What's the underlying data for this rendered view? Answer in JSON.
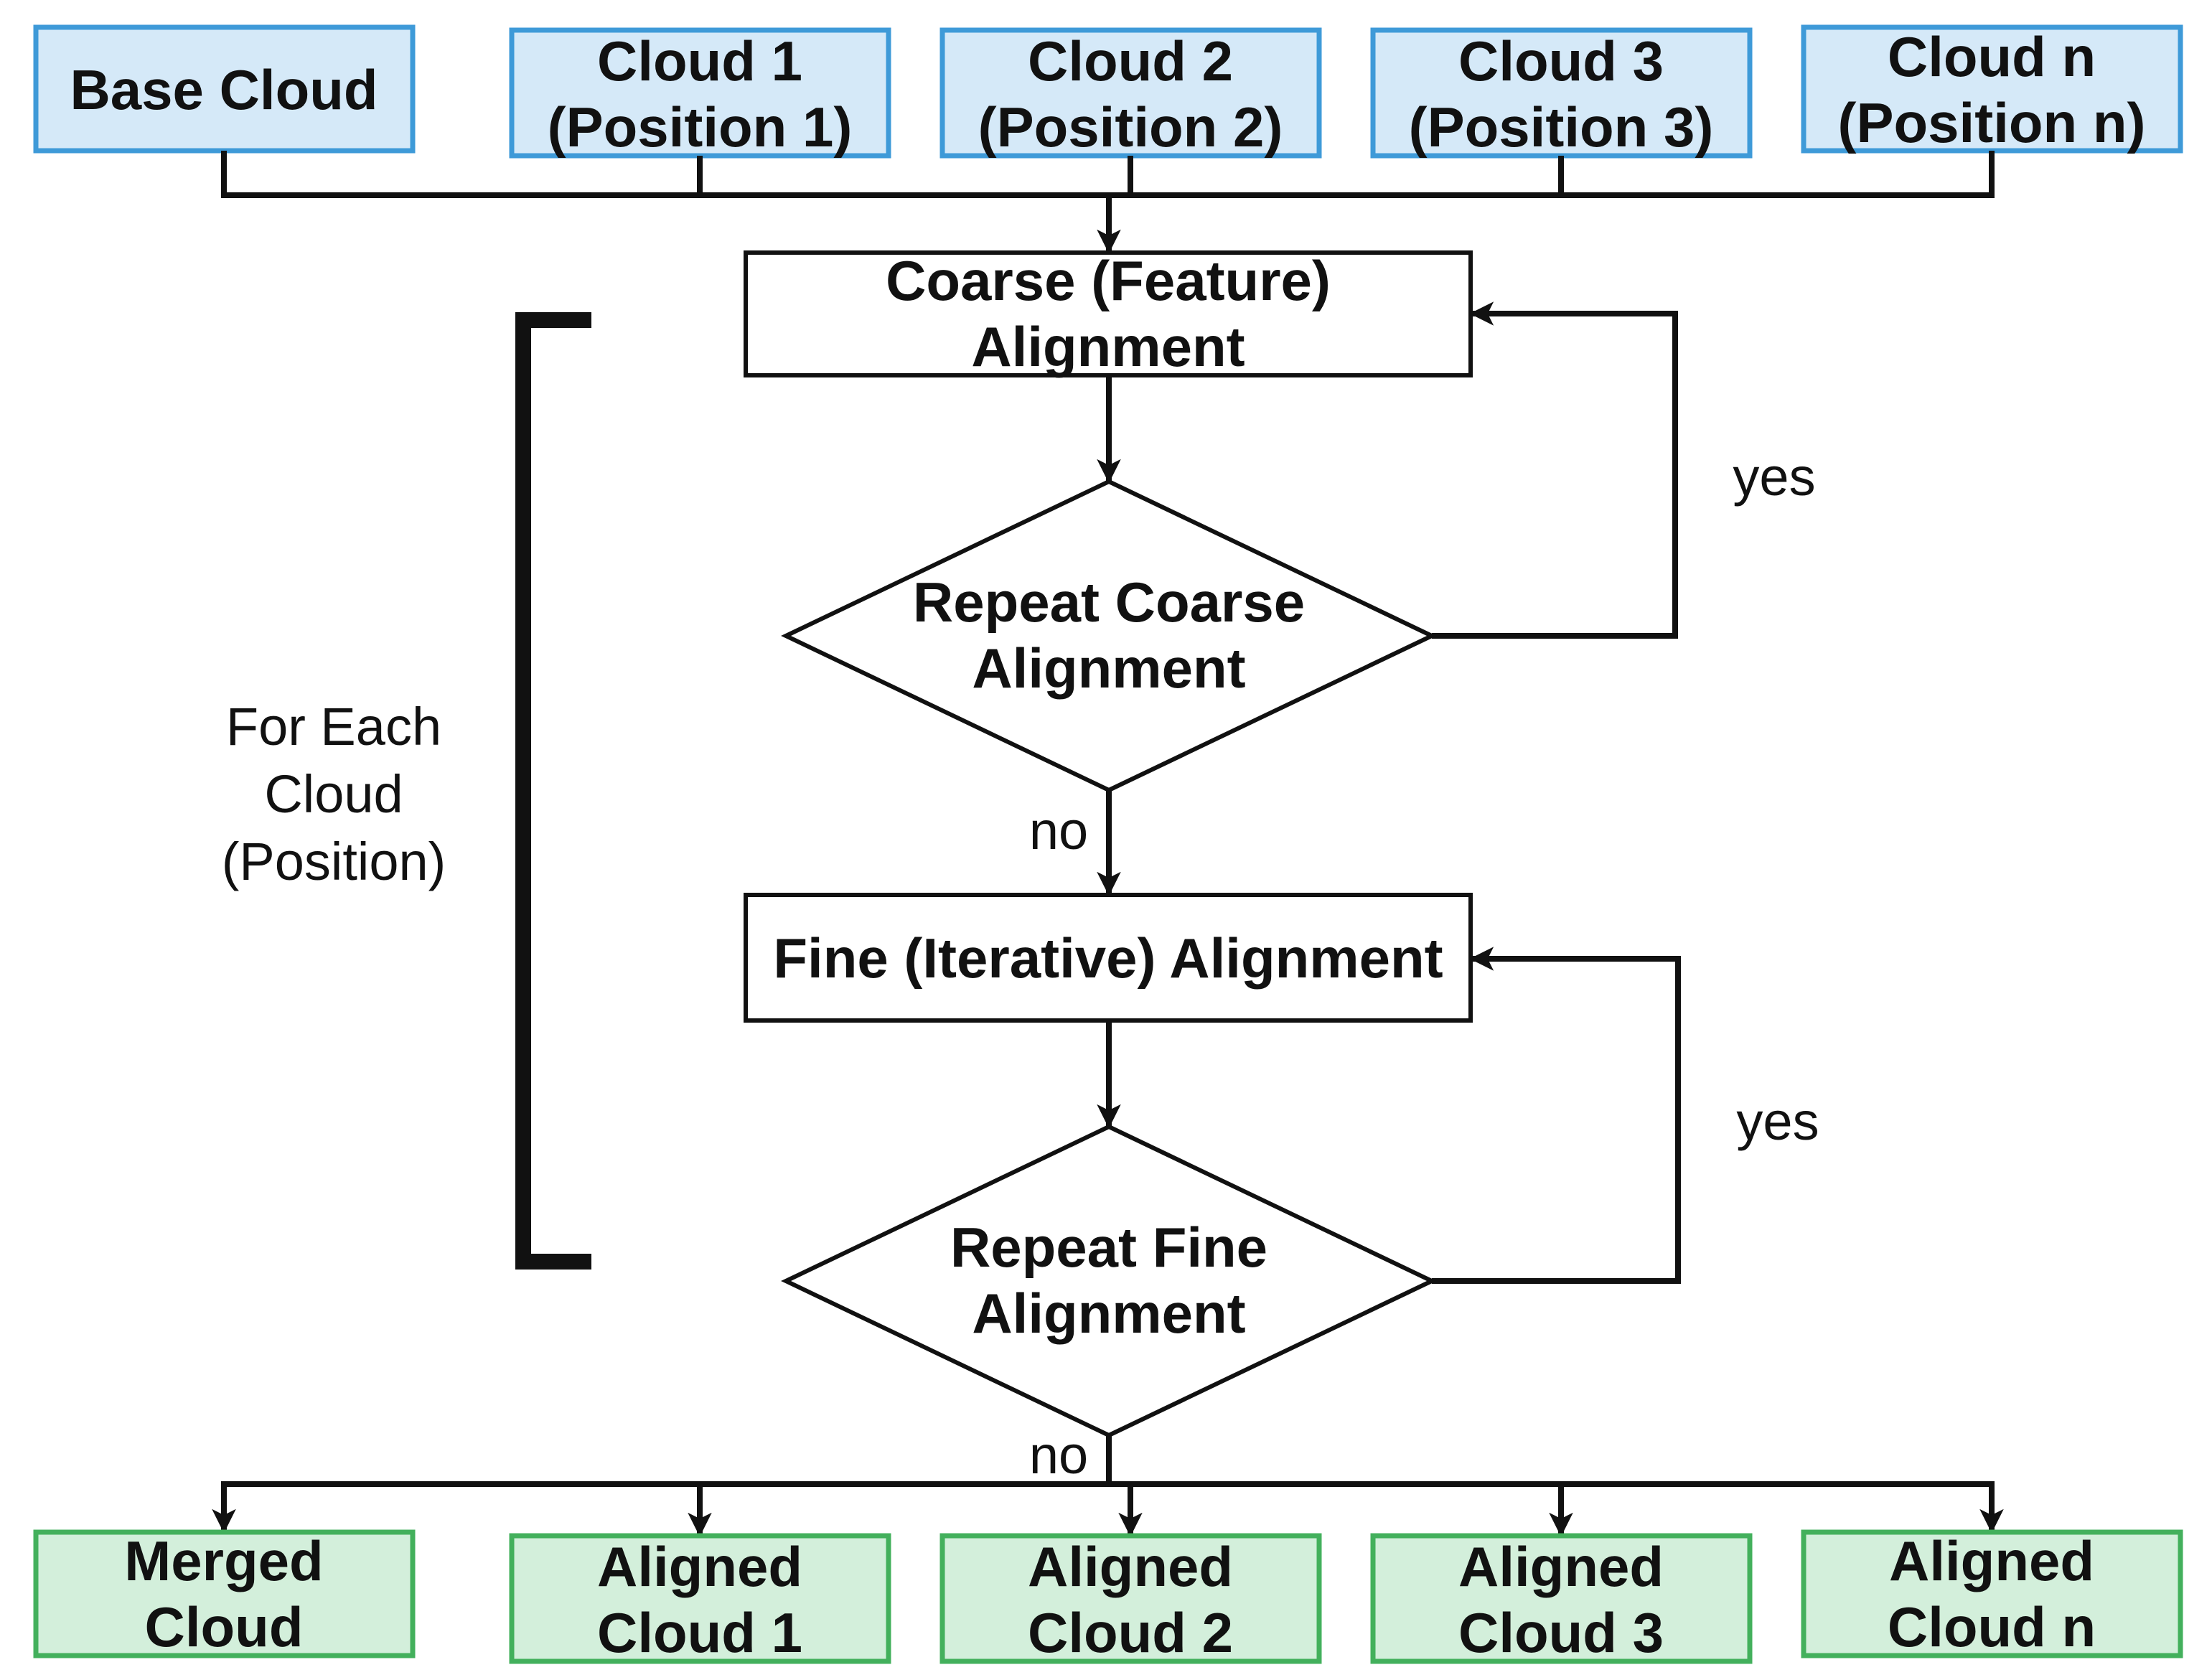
{
  "inputs": [
    {
      "lines": [
        "Base Cloud"
      ]
    },
    {
      "lines": [
        "Cloud 1",
        "(Position 1)"
      ]
    },
    {
      "lines": [
        "Cloud 2",
        "(Position 2)"
      ]
    },
    {
      "lines": [
        "Cloud 3",
        "(Position 3)"
      ]
    },
    {
      "lines": [
        "Cloud n",
        "(Position n)"
      ]
    }
  ],
  "coarse_alignment": {
    "lines": [
      "Coarse (Feature)",
      "Alignment"
    ]
  },
  "repeat_coarse": {
    "lines": [
      "Repeat Coarse",
      "Alignment"
    ]
  },
  "fine_alignment": {
    "lines": [
      "Fine (Iterative) Alignment"
    ]
  },
  "repeat_fine": {
    "lines": [
      "Repeat Fine",
      "Alignment"
    ]
  },
  "edge_labels": {
    "coarse_yes": "yes",
    "coarse_no": "no",
    "fine_yes": "yes",
    "fine_no": "no"
  },
  "loop_label": {
    "lines": [
      "For Each",
      "Cloud",
      "(Position)"
    ]
  },
  "outputs": [
    {
      "lines": [
        "Merged",
        "Cloud"
      ]
    },
    {
      "lines": [
        "Aligned",
        "Cloud 1"
      ]
    },
    {
      "lines": [
        "Aligned",
        "Cloud 2"
      ]
    },
    {
      "lines": [
        "Aligned",
        "Cloud 3"
      ]
    },
    {
      "lines": [
        "Aligned",
        "Cloud n"
      ]
    }
  ],
  "colors": {
    "input_fill": "#d5e9f8",
    "input_border": "#3e9ad8",
    "output_fill": "#d3efdb",
    "output_border": "#43b05c",
    "line": "#111111"
  }
}
